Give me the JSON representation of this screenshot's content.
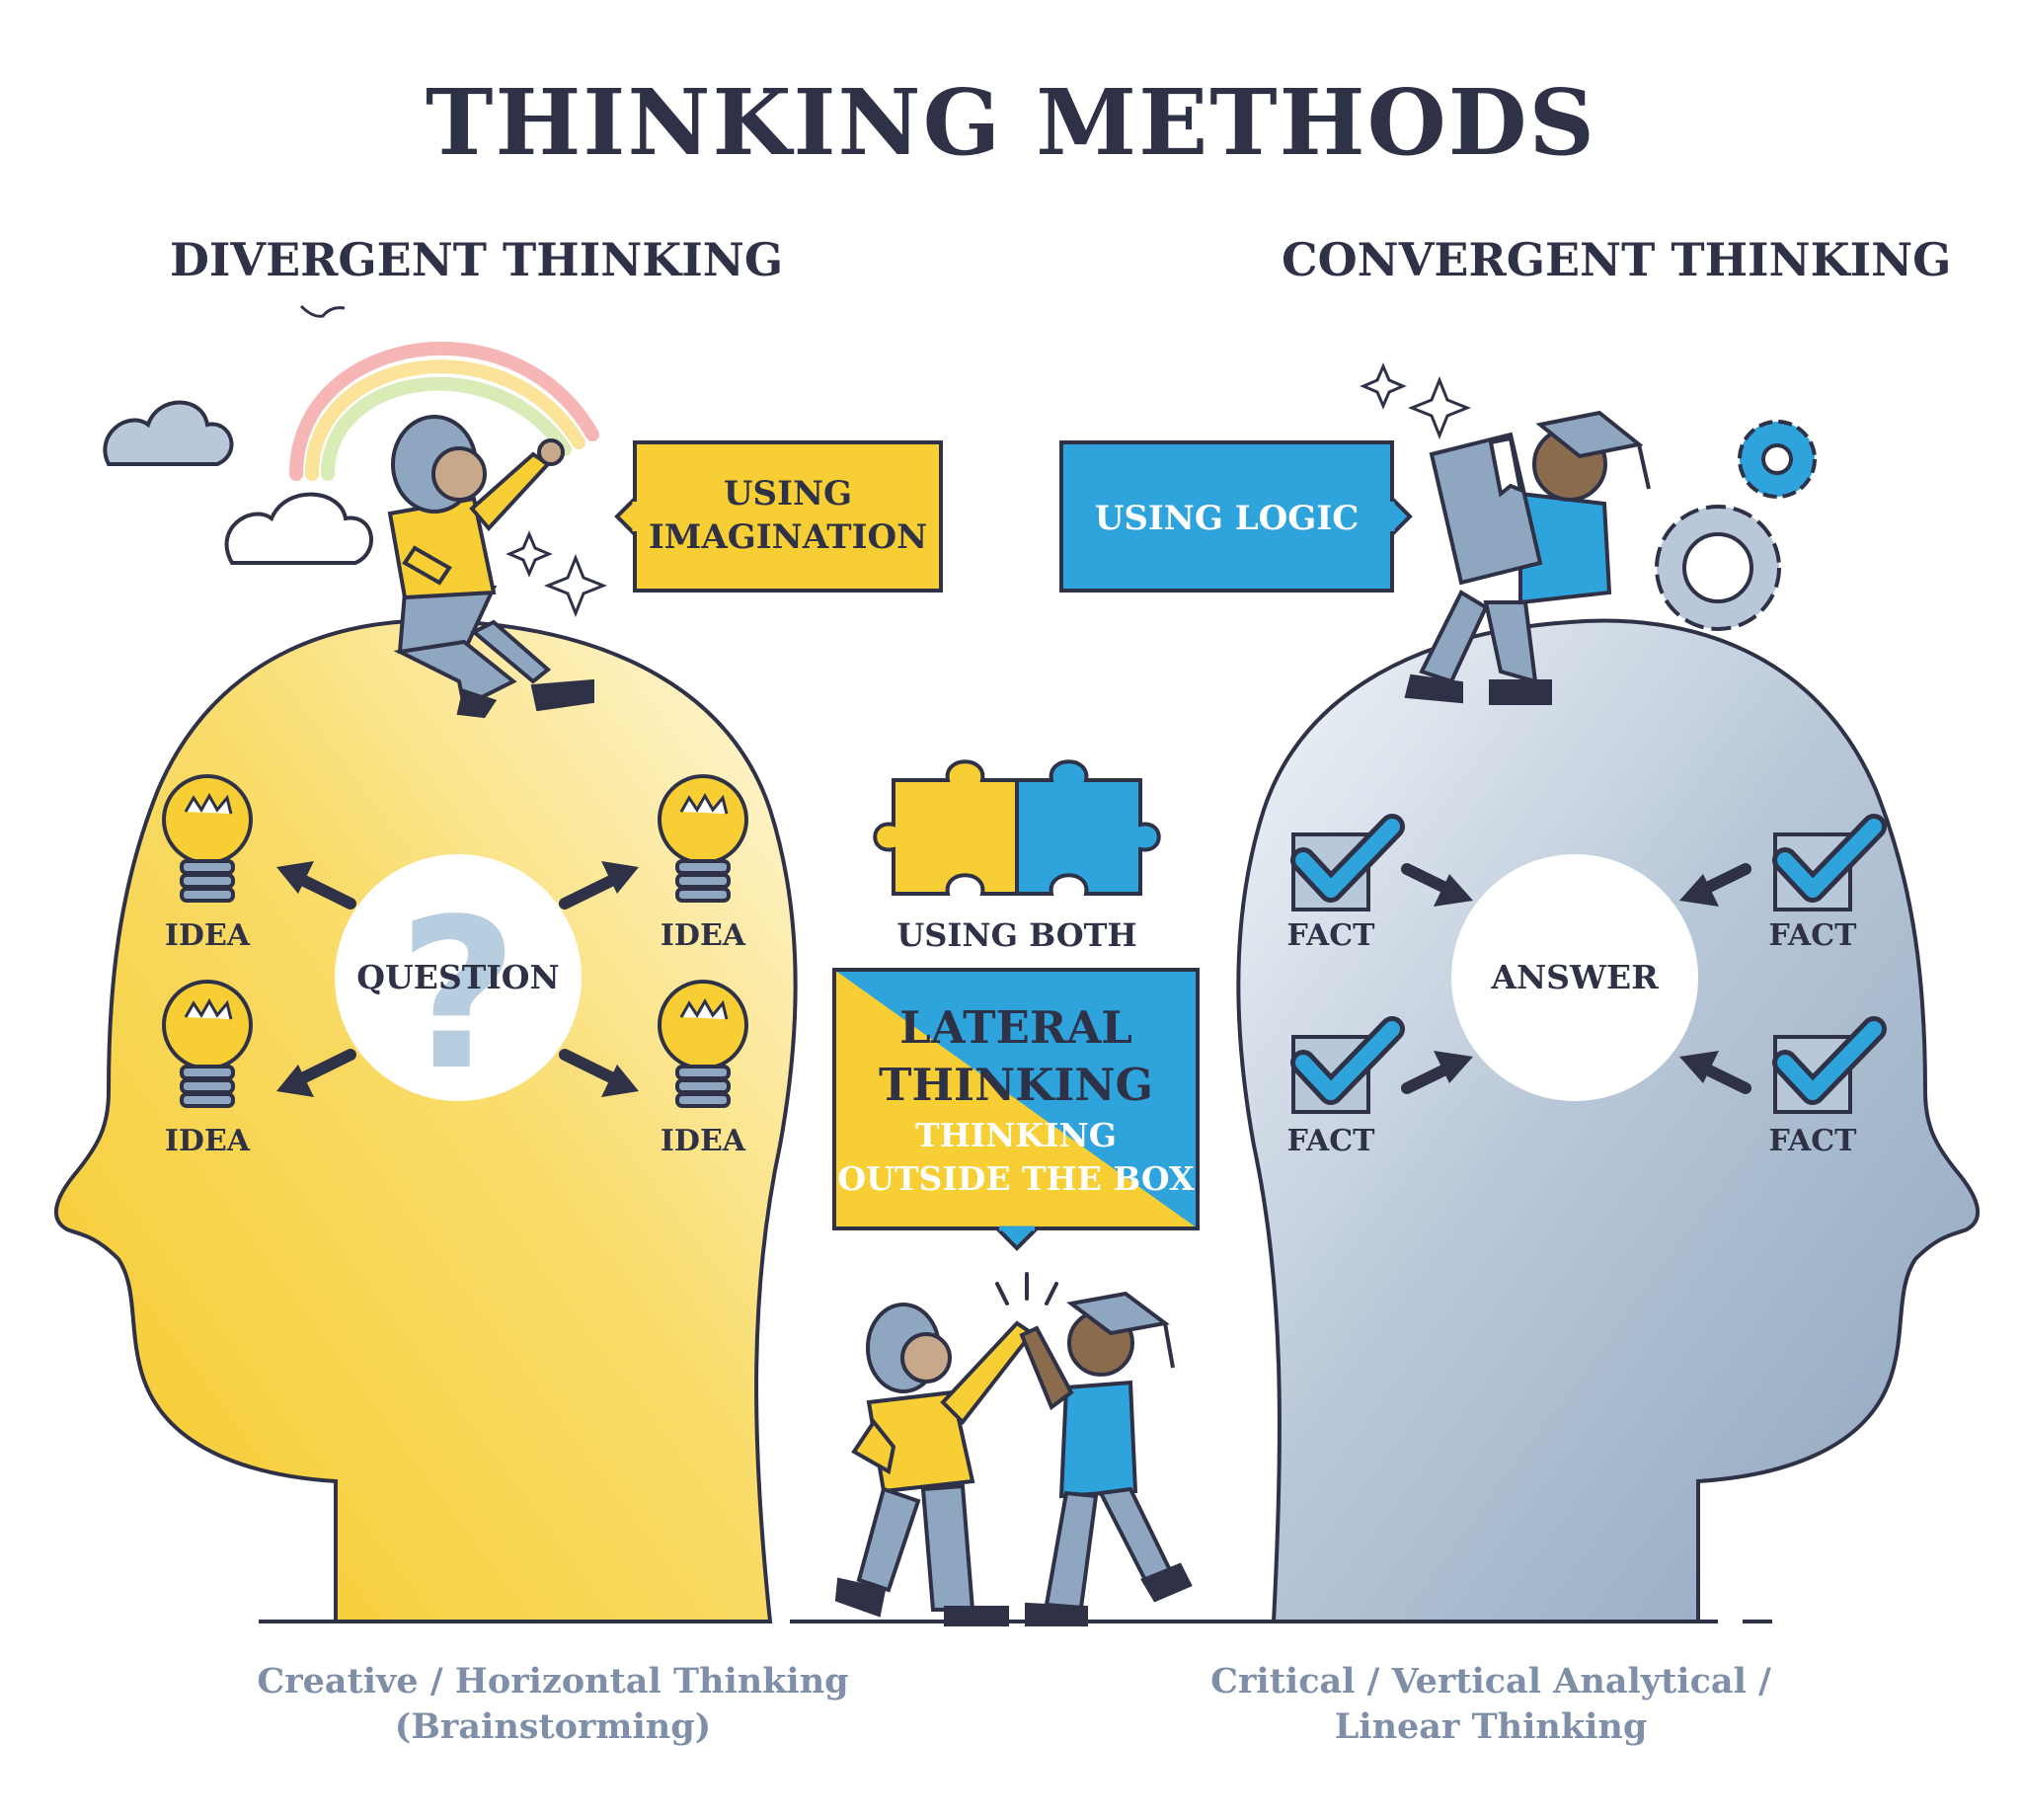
{
  "title": "THINKING METHODS",
  "divergent": {
    "heading": "DIVERGENT THINKING",
    "callout": [
      "USING",
      "IMAGINATION"
    ],
    "center": "QUESTION",
    "nodes": [
      "IDEA",
      "IDEA",
      "IDEA",
      "IDEA"
    ],
    "caption": [
      "Creative / Horizontal Thinking",
      "(Brainstorming)"
    ]
  },
  "convergent": {
    "heading": "CONVERGENT THINKING",
    "callout": "USING LOGIC",
    "center": "ANSWER",
    "nodes": [
      "FACT",
      "FACT",
      "FACT",
      "FACT"
    ],
    "caption": [
      "Critical / Vertical Analytical /",
      "Linear Thinking"
    ]
  },
  "lateral": {
    "label": "USING BOTH",
    "heading": [
      "LATERAL",
      "THINKING"
    ],
    "subheading": [
      "THINKING",
      "OUTSIDE THE BOX"
    ]
  },
  "colors": {
    "yellow": "#f7cf35",
    "blue": "#2ea3dc",
    "grey_blue": "#8fa6c0",
    "outline": "#2f3147",
    "caption": "#7f8fa8"
  }
}
